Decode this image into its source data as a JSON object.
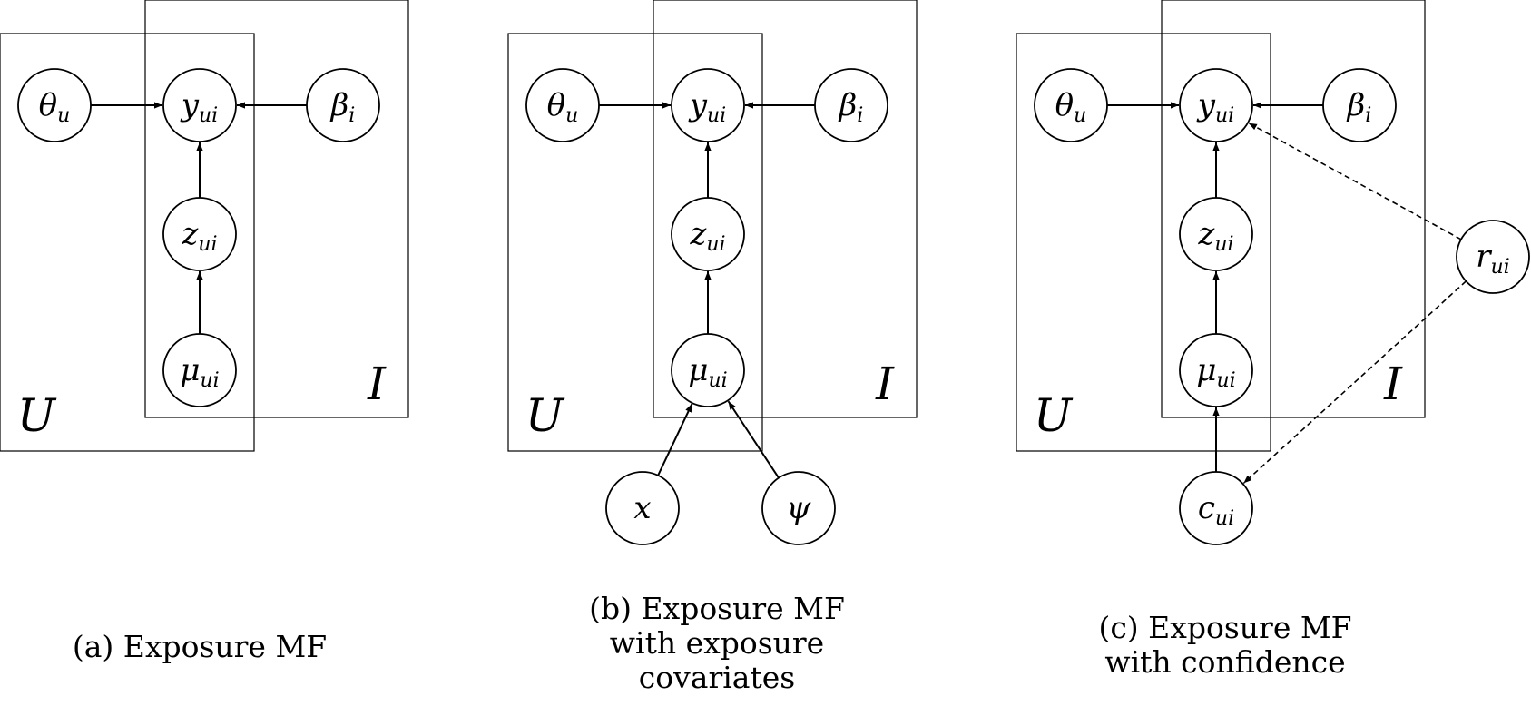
{
  "panels": [
    {
      "id": "a",
      "plates": [
        "U",
        "I"
      ],
      "nodes": {
        "theta": {
          "sym": "θ",
          "sub": "u"
        },
        "y": {
          "sym": "y",
          "sub": "ui"
        },
        "beta": {
          "sym": "β",
          "sub": "i"
        },
        "z": {
          "sym": "z",
          "sub": "ui"
        },
        "mu": {
          "sym": "μ",
          "sub": "ui"
        }
      },
      "caption": [
        "(a) Exposure MF"
      ]
    },
    {
      "id": "b",
      "plates": [
        "U",
        "I"
      ],
      "nodes": {
        "theta": {
          "sym": "θ",
          "sub": "u"
        },
        "y": {
          "sym": "y",
          "sub": "ui"
        },
        "beta": {
          "sym": "β",
          "sub": "i"
        },
        "z": {
          "sym": "z",
          "sub": "ui"
        },
        "mu": {
          "sym": "μ",
          "sub": "ui"
        },
        "x": {
          "sym": "x",
          "sub": ""
        },
        "psi": {
          "sym": "ψ",
          "sub": ""
        }
      },
      "caption": [
        "(b) Exposure MF",
        "with exposure",
        "covariates"
      ]
    },
    {
      "id": "c",
      "plates": [
        "U",
        "I"
      ],
      "nodes": {
        "theta": {
          "sym": "θ",
          "sub": "u"
        },
        "y": {
          "sym": "y",
          "sub": "ui"
        },
        "beta": {
          "sym": "β",
          "sub": "i"
        },
        "z": {
          "sym": "z",
          "sub": "ui"
        },
        "mu": {
          "sym": "μ",
          "sub": "ui"
        },
        "r": {
          "sym": "r",
          "sub": "ui"
        },
        "c": {
          "sym": "c",
          "sub": "ui"
        }
      },
      "caption": [
        "(c) Exposure MF",
        "with confidence"
      ]
    }
  ]
}
